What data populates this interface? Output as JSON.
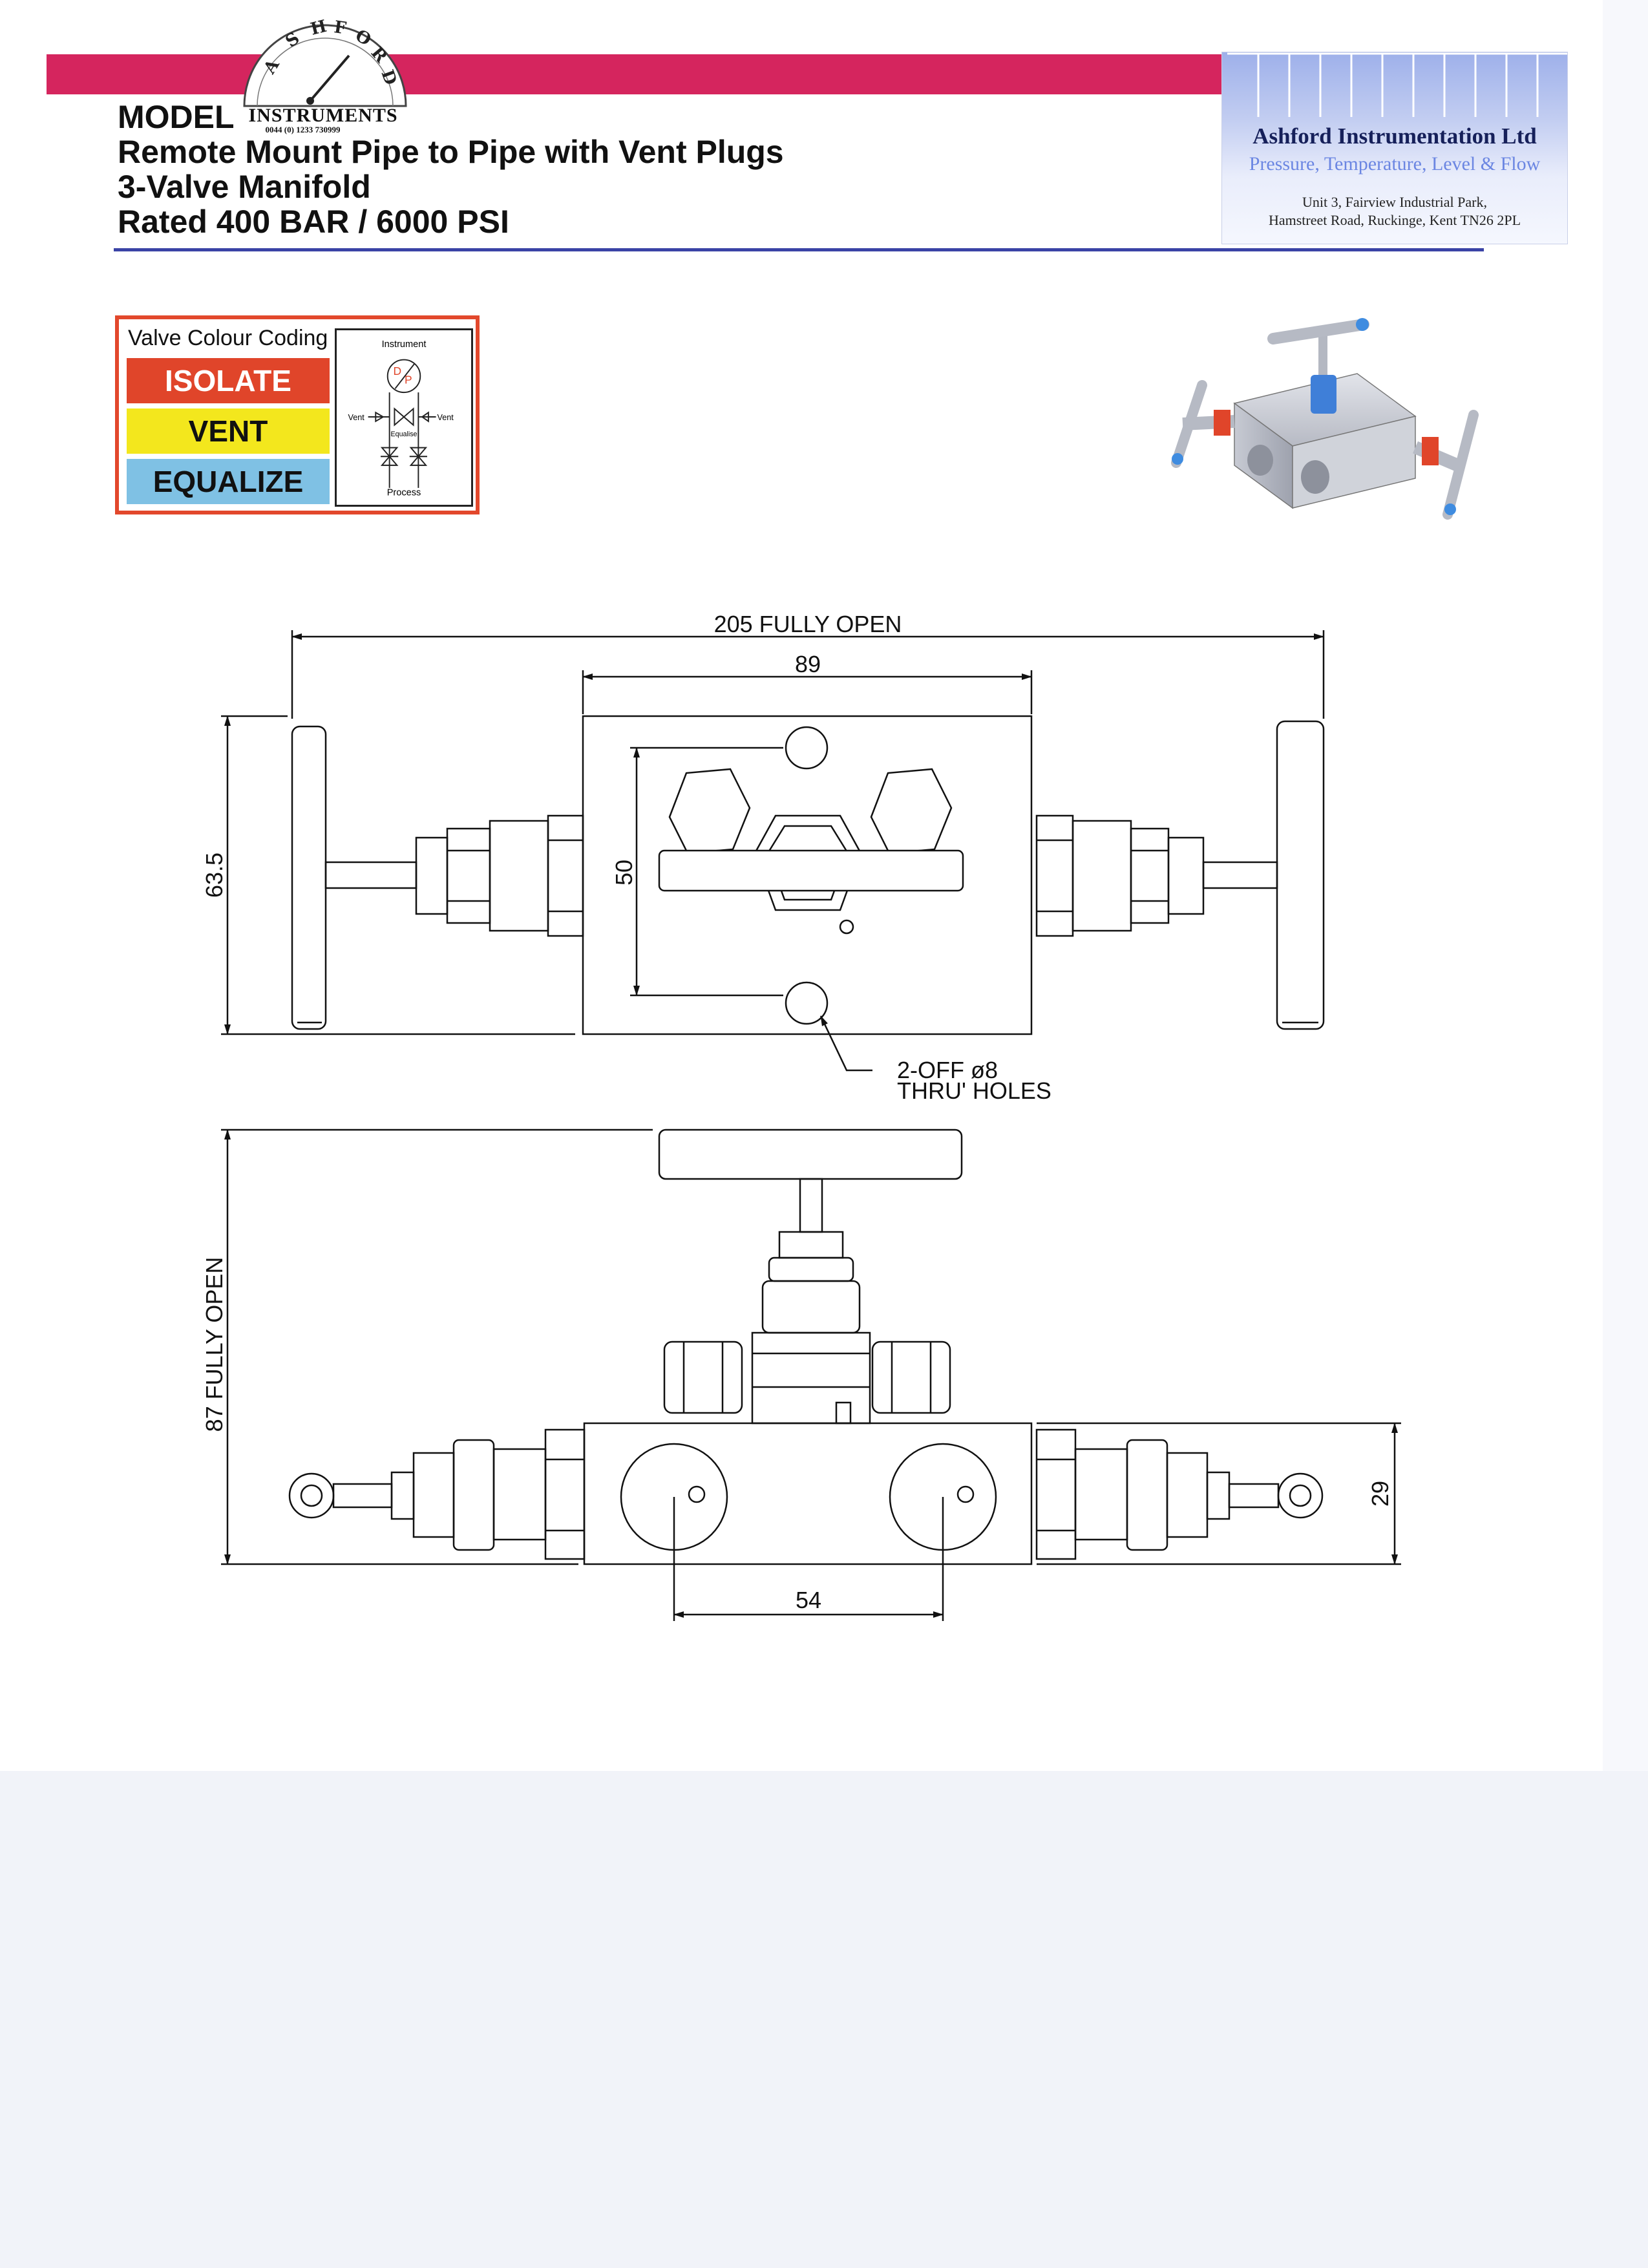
{
  "header": {
    "logo_letters": "ASHFORD",
    "model_label": "MODEL",
    "instruments_label": "INSTRUMENTS",
    "phone": "0044 (0) 1233 730999",
    "title_line1": "Remote Mount Pipe to Pipe with Vent Plugs",
    "title_line2": "3-Valve Manifold",
    "title_line3": "Rated 400 BAR / 6000 PSI",
    "accent_bar_color": "#d5255e",
    "rule_color": "#3a43a6"
  },
  "company": {
    "name": "Ashford Instrumentation Ltd",
    "tagline": "Pressure, Temperature, Level & Flow",
    "address_line1": "Unit 3, Fairview Industrial Park,",
    "address_line2": "Hamstreet Road, Ruckinge, Kent TN26 2PL"
  },
  "legend": {
    "title": "Valve Colour Coding",
    "items": [
      {
        "label": "ISOLATE",
        "color": "#e0452a"
      },
      {
        "label": "VENT",
        "color": "#f3e71d"
      },
      {
        "label": "EQUALIZE",
        "color": "#7fc1e4"
      }
    ],
    "schematic": {
      "instrument": "Instrument",
      "gauge_d": "D",
      "gauge_p": "P",
      "vent_left": "Vent",
      "vent_right": "Vent",
      "equalise": "Equalise",
      "process": "Process"
    }
  },
  "drawing": {
    "dim_overall_width": "205 FULLY OPEN",
    "dim_body_width": "89",
    "dim_height_top": "63.5",
    "dim_hole_pitch": "50",
    "note_holes_line1": "2-OFF ø8",
    "note_holes_line2": "THRU' HOLES",
    "dim_height_side": "87 FULLY OPEN",
    "dim_port_pitch": "54",
    "dim_body_depth": "29"
  }
}
